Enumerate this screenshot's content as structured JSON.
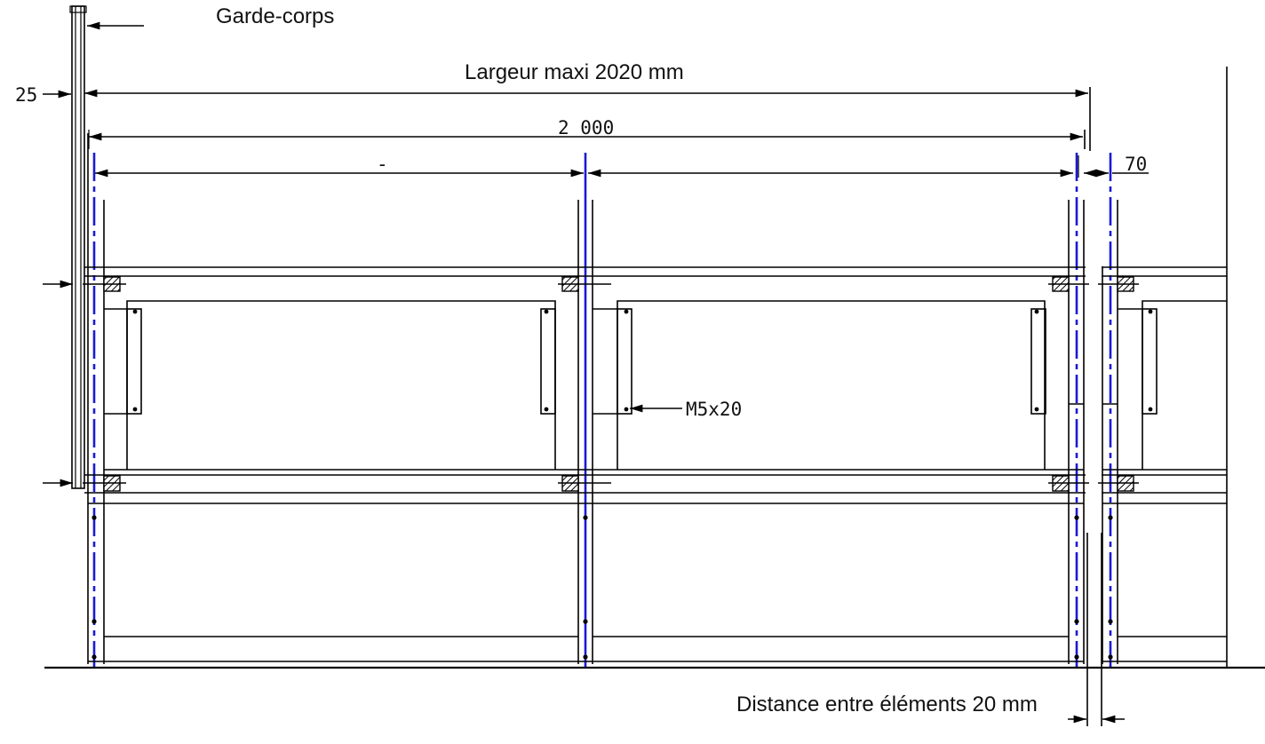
{
  "labels": {
    "garde_corps": "Garde-corps",
    "largeur_maxi": "Largeur maxi 2020 mm",
    "dim_2000": "2 000",
    "dim_25": "25",
    "dim_70": "70",
    "dim_dash": "-",
    "bolt": "M5x20",
    "distance": "Distance entre éléments 20 mm"
  },
  "colors": {
    "line": "#000000",
    "axis": "#1a1ad6",
    "background": "#ffffff"
  }
}
